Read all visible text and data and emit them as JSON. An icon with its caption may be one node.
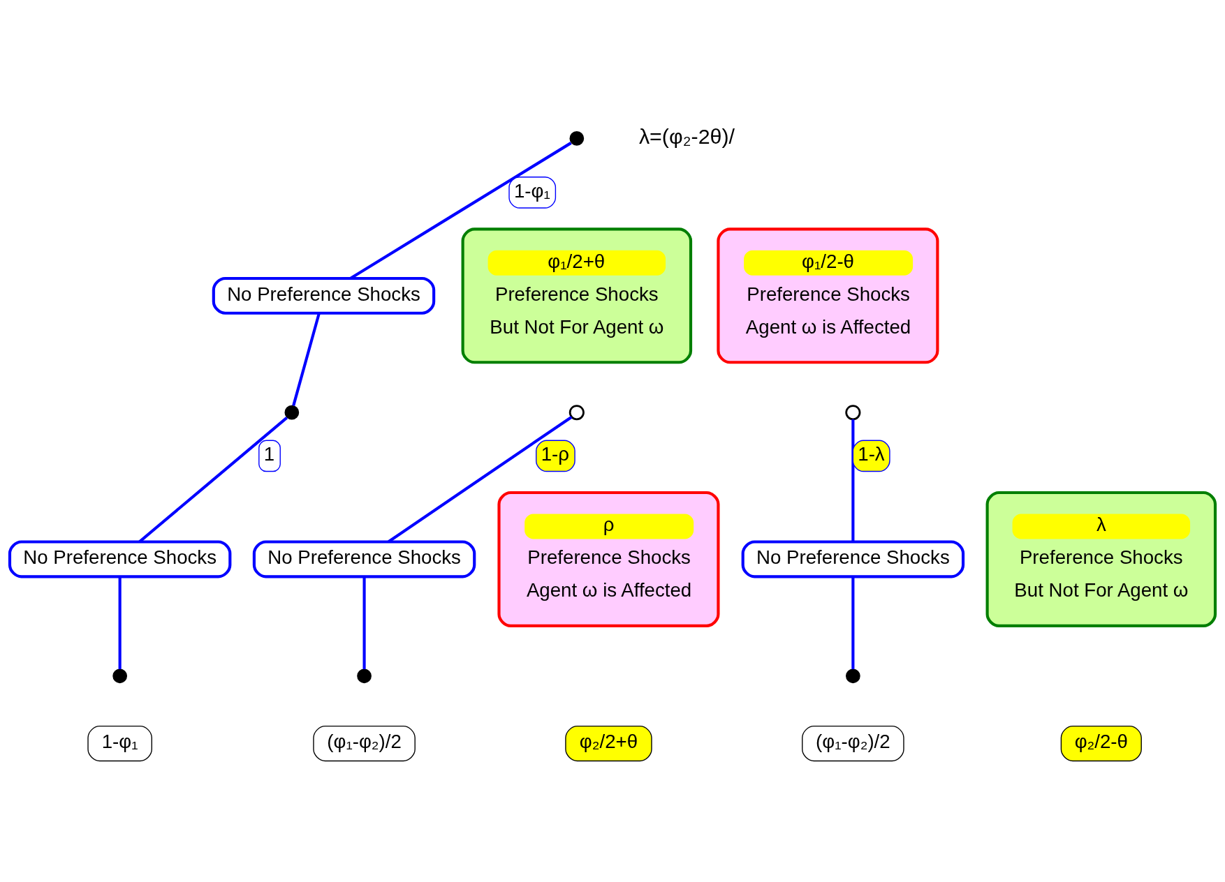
{
  "diagram": {
    "nodes": [
      {
        "text": [],
        "shape": "circle"
      },
      {
        "text": [
          "No Preference Shocks"
        ]
      },
      {
        "text": [],
        "shape": "circle"
      },
      {
        "text": [
          "No Preference Shocks"
        ]
      },
      {
        "text": [],
        "shape": "circle"
      },
      {
        "text": [
          "φ₁/2+θ",
          "Preference Shocks",
          "But Not For Agent ω"
        ]
      },
      {
        "text": [],
        "shape": "circle"
      },
      {
        "text": [
          "No Preference Shocks"
        ]
      },
      {
        "text": [],
        "shape": "circle"
      },
      {
        "text": [
          "ρ",
          "Preference Shocks",
          "Agent ω is Affected"
        ]
      },
      {
        "text": [
          "φ₁/2-θ",
          "Preference Shocks",
          "Agent ω is Affected"
        ]
      },
      {
        "text": [],
        "shape": "circle"
      },
      {
        "text": [
          "No Preference Shocks"
        ]
      },
      {
        "text": [],
        "shape": "circle"
      },
      {
        "text": [
          "λ",
          "Preference Shocks",
          "But Not For Agent ω"
        ]
      },
      {
        "text": [
          "1-φ₁"
        ]
      },
      {
        "text": [
          "(φ₁-φ₂)/2"
        ]
      },
      {
        "text": [
          "φ₂/2+θ"
        ]
      },
      {
        "text": [
          "(φ₁-φ₂)/2"
        ]
      },
      {
        "text": [
          "φ₂/2-θ"
        ]
      }
    ],
    "edges": [
      {
        "from": 0,
        "to": 1,
        "arrow": "none",
        "label": "1-φ₁"
      },
      {
        "from": 1,
        "to": 2,
        "arrow": "none"
      },
      {
        "from": 2,
        "to": 3,
        "arrow": "none",
        "label": "1"
      },
      {
        "from": 3,
        "to": 4,
        "arrow": "none"
      },
      {
        "from": 6,
        "to": 7,
        "arrow": "none",
        "label": "1-ρ"
      },
      {
        "from": 7,
        "to": 8,
        "arrow": "none"
      },
      {
        "from": 11,
        "to": 12,
        "arrow": "none",
        "label": "1-λ"
      },
      {
        "from": 12,
        "to": 13,
        "arrow": "none"
      }
    ],
    "labels": [
      "λ=(φ₂-2θ)/"
    ]
  }
}
